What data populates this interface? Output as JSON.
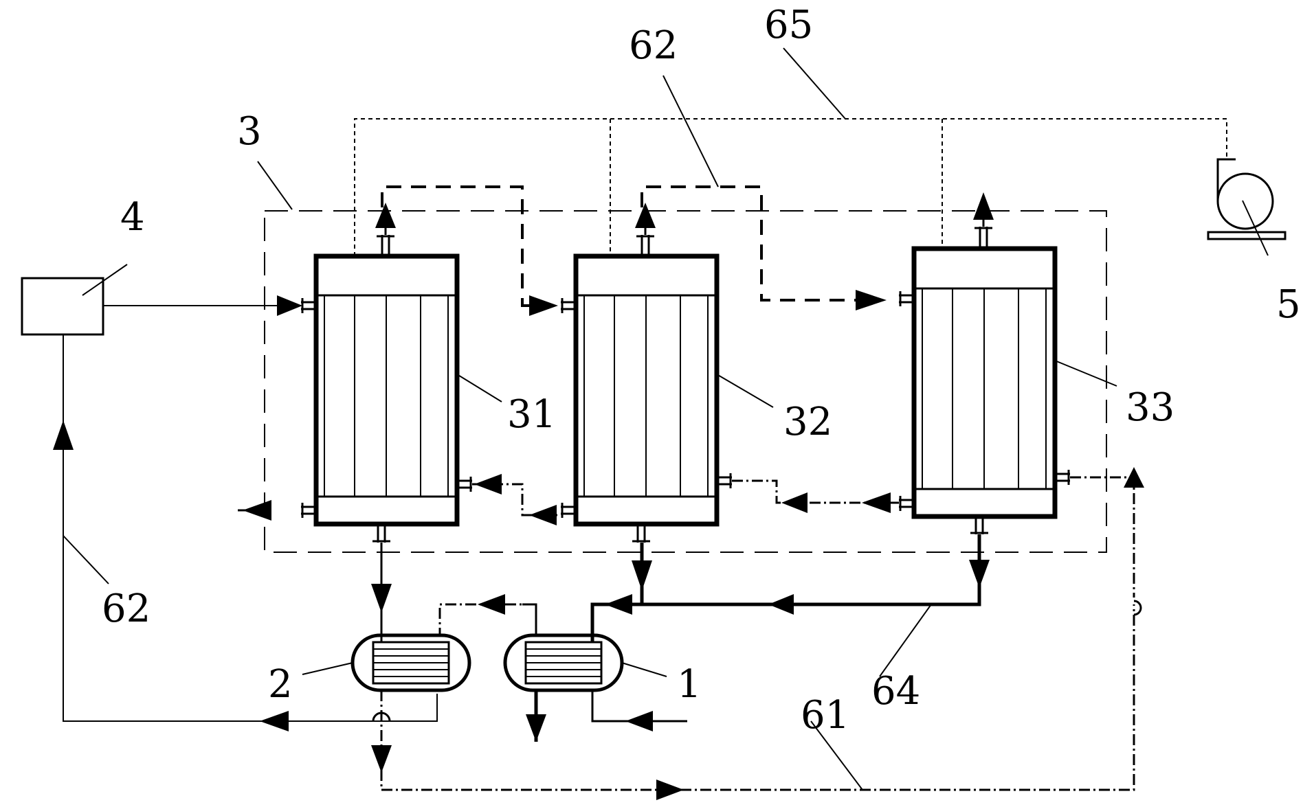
{
  "diagram": {
    "labels": {
      "box_3": "3",
      "source_4": "4",
      "pump_5": "5",
      "column_31": "31",
      "column_32": "32",
      "column_33": "33",
      "exchanger_1": "1",
      "exchanger_2": "2",
      "line_61": "61",
      "line_62_top": "62",
      "line_62_left": "62",
      "line_64": "64",
      "line_65": "65"
    }
  }
}
